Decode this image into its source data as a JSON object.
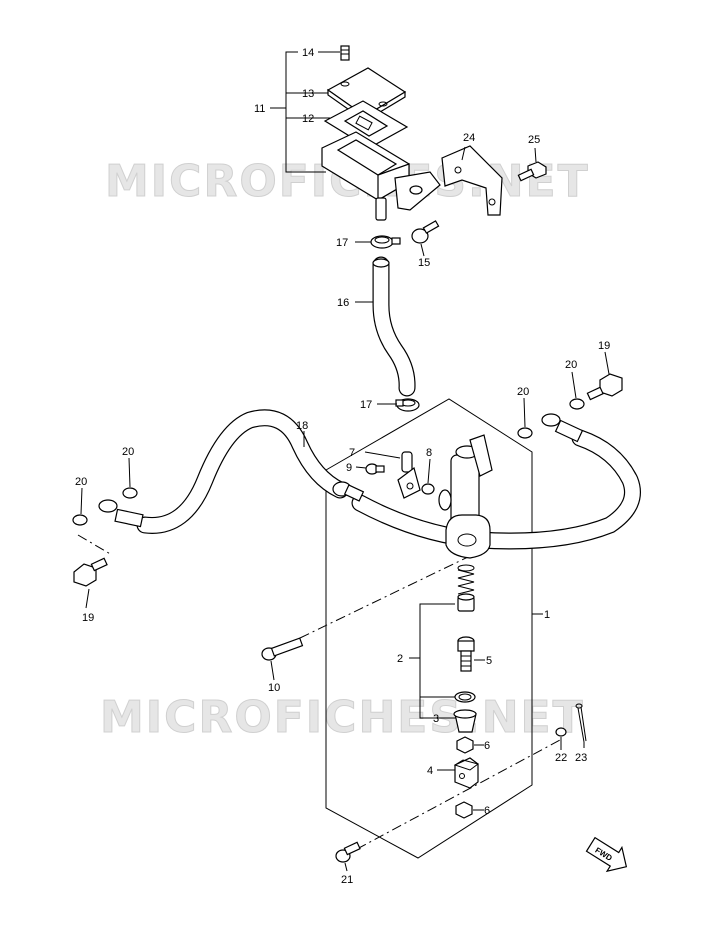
{
  "watermark": {
    "text_top": "MICROFICHES.NET",
    "text_bottom": "MICROFICHES.NET",
    "color": "#e0e0e0"
  },
  "callouts": [
    {
      "id": "c14",
      "text": "14"
    },
    {
      "id": "c13",
      "text": "13"
    },
    {
      "id": "c11",
      "text": "11"
    },
    {
      "id": "c12",
      "text": "12"
    },
    {
      "id": "c24",
      "text": "24"
    },
    {
      "id": "c25",
      "text": "25"
    },
    {
      "id": "c17a",
      "text": "17"
    },
    {
      "id": "c15",
      "text": "15"
    },
    {
      "id": "c16",
      "text": "16"
    },
    {
      "id": "c17b",
      "text": "17"
    },
    {
      "id": "c19a",
      "text": "19"
    },
    {
      "id": "c20a",
      "text": "20"
    },
    {
      "id": "c20b",
      "text": "20"
    },
    {
      "id": "c18",
      "text": "18"
    },
    {
      "id": "c7",
      "text": "7"
    },
    {
      "id": "c8",
      "text": "8"
    },
    {
      "id": "c9",
      "text": "9"
    },
    {
      "id": "c20c",
      "text": "20"
    },
    {
      "id": "c20d",
      "text": "20"
    },
    {
      "id": "c19b",
      "text": "19"
    },
    {
      "id": "c1",
      "text": "1"
    },
    {
      "id": "c2",
      "text": "2"
    },
    {
      "id": "c5",
      "text": "5"
    },
    {
      "id": "c10",
      "text": "10"
    },
    {
      "id": "c3",
      "text": "3"
    },
    {
      "id": "c6a",
      "text": "6"
    },
    {
      "id": "c22",
      "text": "22"
    },
    {
      "id": "c23",
      "text": "23"
    },
    {
      "id": "c4",
      "text": "4"
    },
    {
      "id": "c6b",
      "text": "6"
    },
    {
      "id": "c21",
      "text": "21"
    }
  ],
  "fwd_label": "FWD"
}
